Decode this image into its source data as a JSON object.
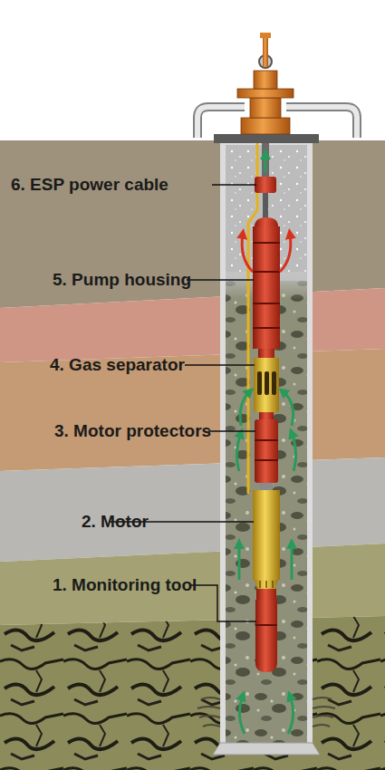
{
  "diagram": {
    "labels": [
      "6. ESP power cable",
      "5. Pump housing",
      "4. Gas separator",
      "3. Motor protectors",
      "2. Motor",
      "1. Monitoring tool"
    ]
  }
}
